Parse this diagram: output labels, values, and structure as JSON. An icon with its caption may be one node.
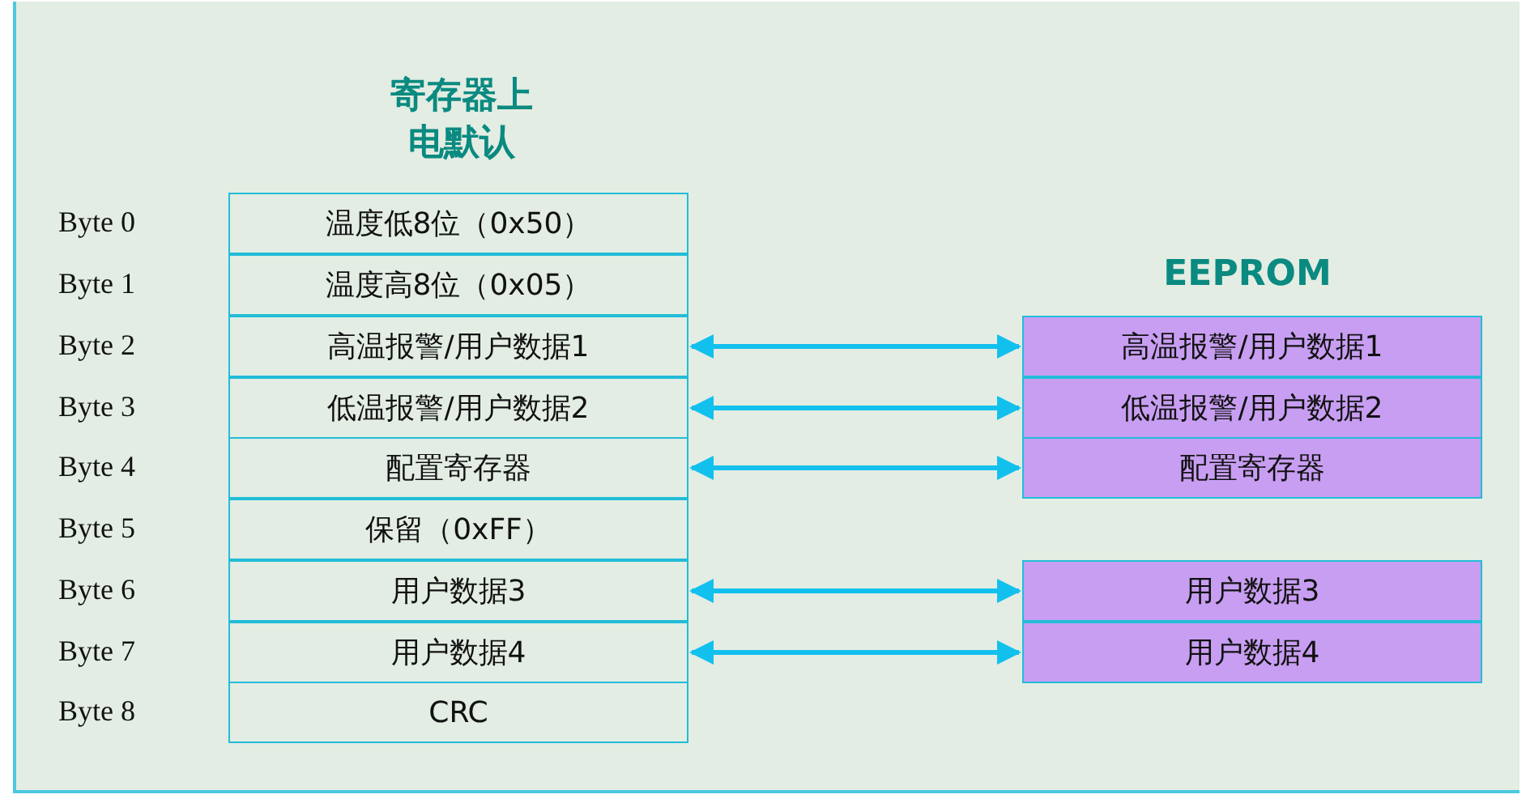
{
  "diagram": {
    "nodes": [
      {
        "text": [
          "温度低8位（0x50）"
        ],
        "beside": [
          "Byte 0"
        ]
      },
      {
        "text": [
          "温度高8位（0x05）"
        ],
        "beside": [
          "Byte 1"
        ]
      },
      {
        "text": [
          "高温报警/用户数据1"
        ],
        "beside": [
          "Byte 2"
        ]
      },
      {
        "text": [
          "低温报警/用户数据2"
        ],
        "beside": [
          "Byte 3"
        ]
      },
      {
        "text": [
          "配置寄存器"
        ],
        "beside": [
          "Byte 4"
        ]
      },
      {
        "text": [
          "保留（0xFF）"
        ],
        "beside": [
          "Byte 5"
        ]
      },
      {
        "text": [
          "用户数据3"
        ],
        "beside": [
          "Byte 6"
        ]
      },
      {
        "text": [
          "用户数据4"
        ],
        "beside": [
          "Byte 7"
        ]
      },
      {
        "text": [
          "CRC"
        ],
        "beside": [
          "Byte 8"
        ]
      },
      {
        "text": [
          "高温报警/用户数据1"
        ]
      },
      {
        "text": [
          "低温报警/用户数据2"
        ]
      },
      {
        "text": [
          "配置寄存器"
        ]
      },
      {
        "text": [
          "用户数据3"
        ]
      },
      {
        "text": [
          "用户数据4"
        ]
      }
    ],
    "edges": [
      {
        "from": 2,
        "to": 9,
        "arrow": "both"
      },
      {
        "from": 3,
        "to": 10,
        "arrow": "both"
      },
      {
        "from": 4,
        "to": 11,
        "arrow": "both"
      },
      {
        "from": 6,
        "to": 12,
        "arrow": "both"
      },
      {
        "from": 7,
        "to": 13,
        "arrow": "both"
      }
    ],
    "labels": [
      "寄存器上电默认",
      "EEPROM"
    ]
  }
}
